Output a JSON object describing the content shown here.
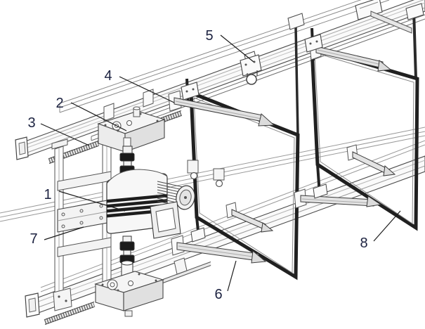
{
  "figure": {
    "background_color": "#ffffff",
    "label_color": "#1c2240",
    "leader_color": "#1c1c1c",
    "frame_color": "#202020",
    "outline_color": "#3f3f3f",
    "metal_light": "#f5f5f5",
    "metal_mid": "#e3e3e3",
    "dark_band": "#1b1b1b",
    "labels": [
      {
        "num": "1"
      },
      {
        "num": "2"
      },
      {
        "num": "3"
      },
      {
        "num": "4"
      },
      {
        "num": "5"
      },
      {
        "num": "6"
      },
      {
        "num": "7"
      },
      {
        "num": "8"
      }
    ]
  }
}
